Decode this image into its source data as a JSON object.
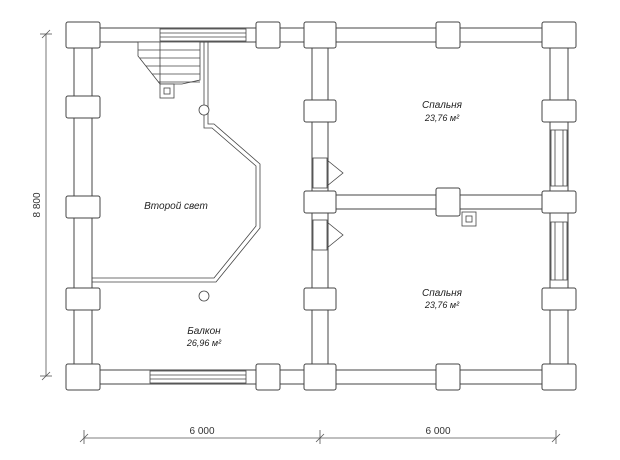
{
  "rooms": {
    "bedroom_top": {
      "name": "Спальня",
      "area": "23,76 м²"
    },
    "bedroom_bottom": {
      "name": "Спальня",
      "area": "23,76 м²"
    },
    "second_light": {
      "name": "Второй свет"
    },
    "balcony": {
      "name": "Балкон",
      "area": "26,96 м²"
    }
  },
  "dimensions": {
    "width_left": "6 000",
    "width_right": "6 000",
    "height": "8 800"
  },
  "colors": {
    "wall_fill": "#ffffff",
    "line": "#444444",
    "dim_line": "#555555"
  }
}
